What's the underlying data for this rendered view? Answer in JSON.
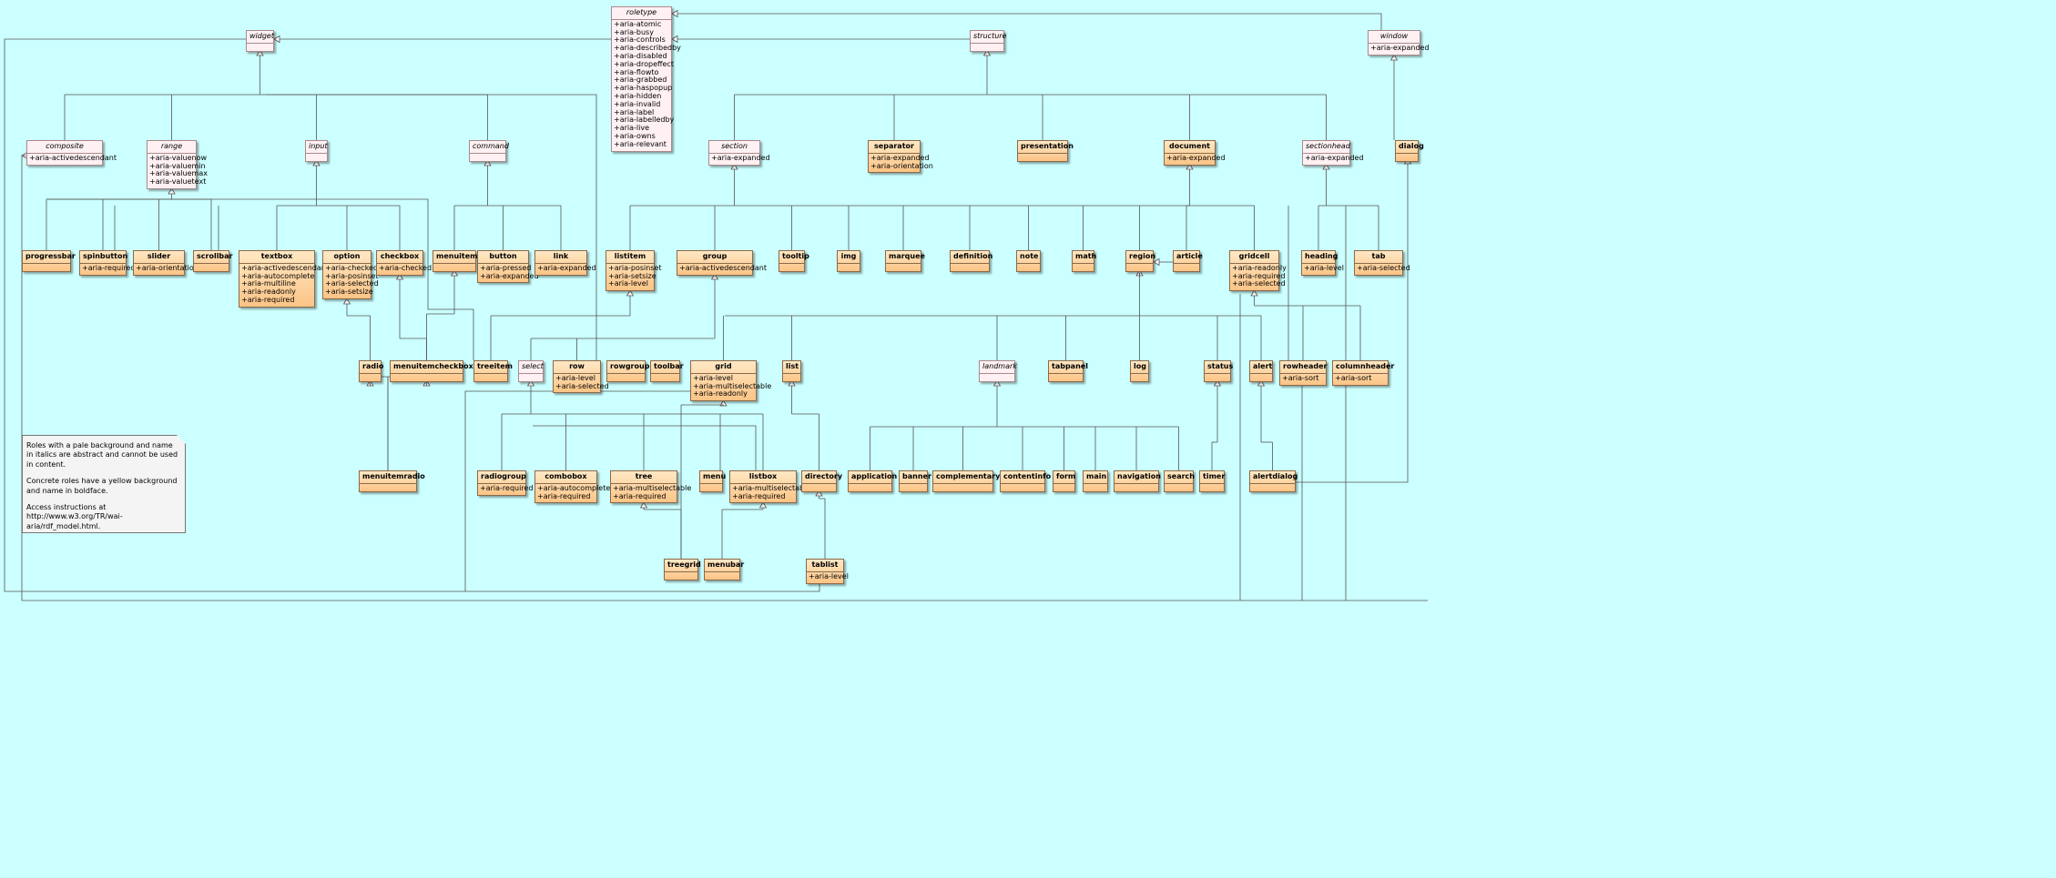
{
  "roles": {
    "roletype": {
      "name": "roletype",
      "attrs": [
        "+aria-atomic",
        "+aria-busy",
        "+aria-controls",
        "+aria-describedby",
        "+aria-disabled",
        "+aria-dropeffect",
        "+aria-flowto",
        "+aria-grabbed",
        "+aria-haspopup",
        "+aria-hidden",
        "+aria-invalid",
        "+aria-label",
        "+aria-labelledby",
        "+aria-live",
        "+aria-owns",
        "+aria-relevant"
      ]
    },
    "widget": {
      "name": "widget",
      "attrs": []
    },
    "structure": {
      "name": "structure",
      "attrs": []
    },
    "window": {
      "name": "window",
      "attrs": [
        "+aria-expanded"
      ]
    },
    "composite": {
      "name": "composite",
      "attrs": [
        "+aria-activedescendant"
      ]
    },
    "range": {
      "name": "range",
      "attrs": [
        "+aria-valuenow",
        "+aria-valuemin",
        "+aria-valuemax",
        "+aria-valuetext"
      ]
    },
    "input": {
      "name": "input",
      "attrs": []
    },
    "command": {
      "name": "command",
      "attrs": []
    },
    "section": {
      "name": "section",
      "attrs": [
        "+aria-expanded"
      ]
    },
    "separator": {
      "name": "separator",
      "attrs": [
        "+aria-expanded",
        "+aria-orientation"
      ]
    },
    "presentation": {
      "name": "presentation",
      "attrs": []
    },
    "document": {
      "name": "document",
      "attrs": [
        "+aria-expanded"
      ]
    },
    "sectionhead": {
      "name": "sectionhead",
      "attrs": [
        "+aria-expanded"
      ]
    },
    "dialog": {
      "name": "dialog",
      "attrs": []
    },
    "progressbar": {
      "name": "progressbar",
      "attrs": []
    },
    "spinbutton": {
      "name": "spinbutton",
      "attrs": [
        "+aria-required"
      ]
    },
    "slider": {
      "name": "slider",
      "attrs": [
        "+aria-orientation"
      ]
    },
    "scrollbar": {
      "name": "scrollbar",
      "attrs": []
    },
    "textbox": {
      "name": "textbox",
      "attrs": [
        "+aria-activedescendant",
        "+aria-autocomplete",
        "+aria-multiline",
        "+aria-readonly",
        "+aria-required"
      ]
    },
    "option": {
      "name": "option",
      "attrs": [
        "+aria-checked",
        "+aria-posinset",
        "+aria-selected",
        "+aria-setsize"
      ]
    },
    "checkbox": {
      "name": "checkbox",
      "attrs": [
        "+aria-checked"
      ]
    },
    "menuitem": {
      "name": "menuitem",
      "attrs": []
    },
    "button": {
      "name": "button",
      "attrs": [
        "+aria-pressed",
        "+aria-expanded"
      ]
    },
    "link": {
      "name": "link",
      "attrs": [
        "+aria-expanded"
      ]
    },
    "listitem": {
      "name": "listitem",
      "attrs": [
        "+aria-posinset",
        "+aria-setsize",
        "+aria-level"
      ]
    },
    "group": {
      "name": "group",
      "attrs": [
        "+aria-activedescendant"
      ]
    },
    "tooltip": {
      "name": "tooltip",
      "attrs": []
    },
    "img": {
      "name": "img",
      "attrs": []
    },
    "marquee": {
      "name": "marquee",
      "attrs": []
    },
    "definition": {
      "name": "definition",
      "attrs": []
    },
    "note": {
      "name": "note",
      "attrs": []
    },
    "math": {
      "name": "math",
      "attrs": []
    },
    "region": {
      "name": "region",
      "attrs": []
    },
    "article": {
      "name": "article",
      "attrs": []
    },
    "gridcell": {
      "name": "gridcell",
      "attrs": [
        "+aria-readonly",
        "+aria-required",
        "+aria-selected"
      ]
    },
    "heading": {
      "name": "heading",
      "attrs": [
        "+aria-level"
      ]
    },
    "tab": {
      "name": "tab",
      "attrs": [
        "+aria-selected"
      ]
    },
    "radio": {
      "name": "radio",
      "attrs": []
    },
    "menuitemcheckbox": {
      "name": "menuitemcheckbox",
      "attrs": []
    },
    "treeitem": {
      "name": "treeitem",
      "attrs": []
    },
    "select": {
      "name": "select",
      "attrs": []
    },
    "row": {
      "name": "row",
      "attrs": [
        "+aria-level",
        "+aria-selected"
      ]
    },
    "rowgroup": {
      "name": "rowgroup",
      "attrs": []
    },
    "toolbar": {
      "name": "toolbar",
      "attrs": []
    },
    "grid": {
      "name": "grid",
      "attrs": [
        "+aria-level",
        "+aria-multiselectable",
        "+aria-readonly"
      ]
    },
    "list": {
      "name": "list",
      "attrs": []
    },
    "landmark": {
      "name": "landmark",
      "attrs": []
    },
    "tabpanel": {
      "name": "tabpanel",
      "attrs": []
    },
    "log": {
      "name": "log",
      "attrs": []
    },
    "status": {
      "name": "status",
      "attrs": []
    },
    "alert": {
      "name": "alert",
      "attrs": []
    },
    "rowheader": {
      "name": "rowheader",
      "attrs": [
        "+aria-sort"
      ]
    },
    "columnheader": {
      "name": "columnheader",
      "attrs": [
        "+aria-sort"
      ]
    },
    "menuitemradio": {
      "name": "menuitemradio",
      "attrs": []
    },
    "radiogroup": {
      "name": "radiogroup",
      "attrs": [
        "+aria-required"
      ]
    },
    "combobox": {
      "name": "combobox",
      "attrs": [
        "+aria-autocomplete",
        "+aria-required"
      ]
    },
    "tree": {
      "name": "tree",
      "attrs": [
        "+aria-multiselectable",
        "+aria-required"
      ]
    },
    "menu": {
      "name": "menu",
      "attrs": []
    },
    "listbox": {
      "name": "listbox",
      "attrs": [
        "+aria-multiselectable",
        "+aria-required"
      ]
    },
    "directory": {
      "name": "directory",
      "attrs": []
    },
    "application": {
      "name": "application",
      "attrs": []
    },
    "banner": {
      "name": "banner",
      "attrs": []
    },
    "complementary": {
      "name": "complementary",
      "attrs": []
    },
    "contentinfo": {
      "name": "contentinfo",
      "attrs": []
    },
    "form": {
      "name": "form",
      "attrs": []
    },
    "main": {
      "name": "main",
      "attrs": []
    },
    "navigation": {
      "name": "navigation",
      "attrs": []
    },
    "search": {
      "name": "search",
      "attrs": []
    },
    "timer": {
      "name": "timer",
      "attrs": []
    },
    "alertdialog": {
      "name": "alertdialog",
      "attrs": []
    },
    "treegrid": {
      "name": "treegrid",
      "attrs": []
    },
    "menubar": {
      "name": "menubar",
      "attrs": []
    },
    "tablist": {
      "name": "tablist",
      "attrs": [
        "+aria-level"
      ]
    }
  },
  "note": {
    "p1_pre": "Roles with a pale background and name in ",
    "p1_em": "italics",
    "p1_post": " are abstract and cannot be used in content.",
    "p2_pre": "Concrete roles have a yellow background and name in ",
    "p2_em": "boldface",
    "p2_post": ".",
    "p3": "Access instructions at http://www.w3.org/TR/wai-aria/rdf_model.html."
  },
  "colors": {
    "background": "#ccffff",
    "abstract_fill": "#fff1f3",
    "concrete_fill": "#fcc486",
    "wire": "#555555"
  }
}
